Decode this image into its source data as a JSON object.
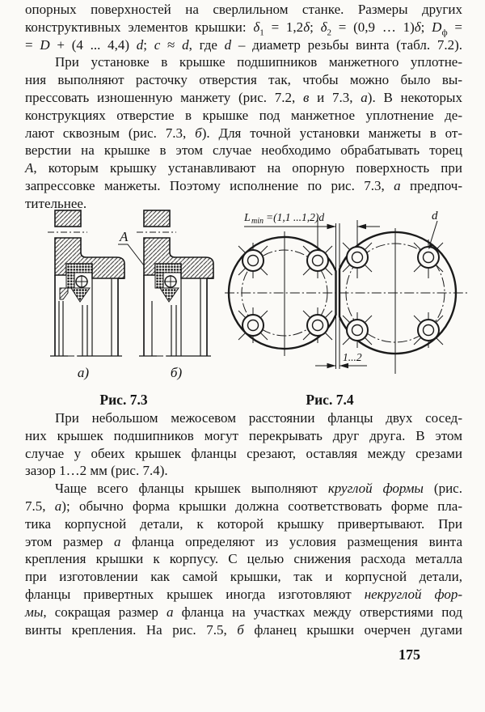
{
  "page": {
    "number": "175"
  },
  "text": {
    "top_lines": [
      {
        "runs": [
          {
            "t": "опорных поверхностей на сверлильном станке. Размеры других"
          }
        ]
      },
      {
        "runs": [
          {
            "t": "конструктивных элементов крышки: "
          },
          {
            "t": "δ",
            "s": "i"
          },
          {
            "t": "1",
            "s": "sub"
          },
          {
            "t": " = 1,2"
          },
          {
            "t": "δ",
            "s": "i"
          },
          {
            "t": "; "
          },
          {
            "t": "δ",
            "s": "i"
          },
          {
            "t": "2",
            "s": "sub"
          },
          {
            "t": " = (0,9 … 1)"
          },
          {
            "t": "δ",
            "s": "i"
          },
          {
            "t": "; "
          },
          {
            "t": "D",
            "s": "i"
          },
          {
            "t": "ф",
            "s": "sub"
          },
          {
            "t": " ="
          }
        ]
      },
      {
        "runs": [
          {
            "t": "= "
          },
          {
            "t": "D",
            "s": "i"
          },
          {
            "t": " + (4 ... 4,4) "
          },
          {
            "t": "d",
            "s": "i"
          },
          {
            "t": "; "
          },
          {
            "t": "c",
            "s": "i"
          },
          {
            "t": " ≈ "
          },
          {
            "t": "d",
            "s": "i"
          },
          {
            "t": ", где "
          },
          {
            "t": "d",
            "s": "i"
          },
          {
            "t": " – диаметр резьбы винта (табл. 7.2)."
          }
        ]
      },
      {
        "indent": true,
        "runs": [
          {
            "t": "При установке в крышке подшипников манжетного уплотне-"
          }
        ]
      },
      {
        "runs": [
          {
            "t": "ния выполняют расточку отверстия так, чтобы можно было вы-"
          }
        ]
      },
      {
        "runs": [
          {
            "t": "прессовать изношенную манжету (рис. 7.2, "
          },
          {
            "t": "в",
            "s": "i"
          },
          {
            "t": " и 7.3, "
          },
          {
            "t": "а",
            "s": "i"
          },
          {
            "t": "). В некоторых"
          }
        ]
      },
      {
        "runs": [
          {
            "t": "конструкциях отверстие в крышке под манжетное уплотнение де-"
          }
        ]
      },
      {
        "runs": [
          {
            "t": "лают сквозным (рис. 7.3, "
          },
          {
            "t": "б",
            "s": "i"
          },
          {
            "t": "). Для точной установки манжеты в от-"
          }
        ]
      },
      {
        "runs": [
          {
            "t": "верстии на крышке в этом случае необходимо обрабатывать торец"
          }
        ]
      },
      {
        "runs": [
          {
            "t": "А",
            "s": "i"
          },
          {
            "t": ", которым крышку устанавливают на опорную поверхность при"
          }
        ]
      },
      {
        "runs": [
          {
            "t": "запрессовке манжеты. Поэтому исполнение по рис. 7.3, "
          },
          {
            "t": "а",
            "s": "i"
          },
          {
            "t": " предпоч-"
          }
        ]
      },
      {
        "last": true,
        "runs": [
          {
            "t": "тительнее."
          }
        ]
      }
    ],
    "bottom_lines": [
      {
        "indent": true,
        "runs": [
          {
            "t": "При небольшом межосевом расстоянии фланцы двух сосед-"
          }
        ]
      },
      {
        "runs": [
          {
            "t": "них крышек подшипников могут перекрывать друг друга. В этом"
          }
        ]
      },
      {
        "runs": [
          {
            "t": "случае у обеих крышек фланцы срезают, оставляя между срезами"
          }
        ]
      },
      {
        "last": true,
        "runs": [
          {
            "t": "зазор 1…2 мм (рис. 7.4)."
          }
        ]
      },
      {
        "indent": true,
        "runs": [
          {
            "t": "Чаще всего фланцы крышек выполняют "
          },
          {
            "t": "круглой формы",
            "s": "i"
          },
          {
            "t": " (рис."
          }
        ]
      },
      {
        "runs": [
          {
            "t": "7.5, "
          },
          {
            "t": "а",
            "s": "i"
          },
          {
            "t": "); обычно форма крышки должна соответствовать форме пла-"
          }
        ]
      },
      {
        "runs": [
          {
            "t": "тика корпусной детали, к которой крышку привертывают. При"
          }
        ]
      },
      {
        "runs": [
          {
            "t": "этом размер "
          },
          {
            "t": "а",
            "s": "i"
          },
          {
            "t": " фланца определяют из условия размещения винта"
          }
        ]
      },
      {
        "runs": [
          {
            "t": "крепления крышки к корпусу. С целью снижения расхода металла"
          }
        ]
      },
      {
        "runs": [
          {
            "t": "при изготовлении как самой крышки, так и корпусной детали,"
          }
        ]
      },
      {
        "runs": [
          {
            "t": "фланцы привертных крышек иногда изготовляют "
          },
          {
            "t": "некруглой фор-",
            "s": "i"
          }
        ]
      },
      {
        "runs": [
          {
            "t": "мы",
            "s": "i"
          },
          {
            "t": ", сокращая размер "
          },
          {
            "t": "а",
            "s": "i"
          },
          {
            "t": " фланца на участках между отверстиями под"
          }
        ]
      },
      {
        "runs": [
          {
            "t": "винты крепления. На рис. 7.5, "
          },
          {
            "t": "б",
            "s": "i"
          },
          {
            "t": " фланец крышки очерчен дугами"
          }
        ]
      }
    ]
  },
  "figures": {
    "fig73": {
      "caption": "Рис. 7.3",
      "label_a": "а)",
      "label_b": "б)",
      "label_face": "A"
    },
    "fig74": {
      "caption": "Рис. 7.4",
      "dim_L": "L",
      "dim_L_sub": "min",
      "dim_L_formula": "=(1,1 ...1,2)d",
      "dim_hole": "d",
      "dim_gap": "1...2"
    }
  }
}
